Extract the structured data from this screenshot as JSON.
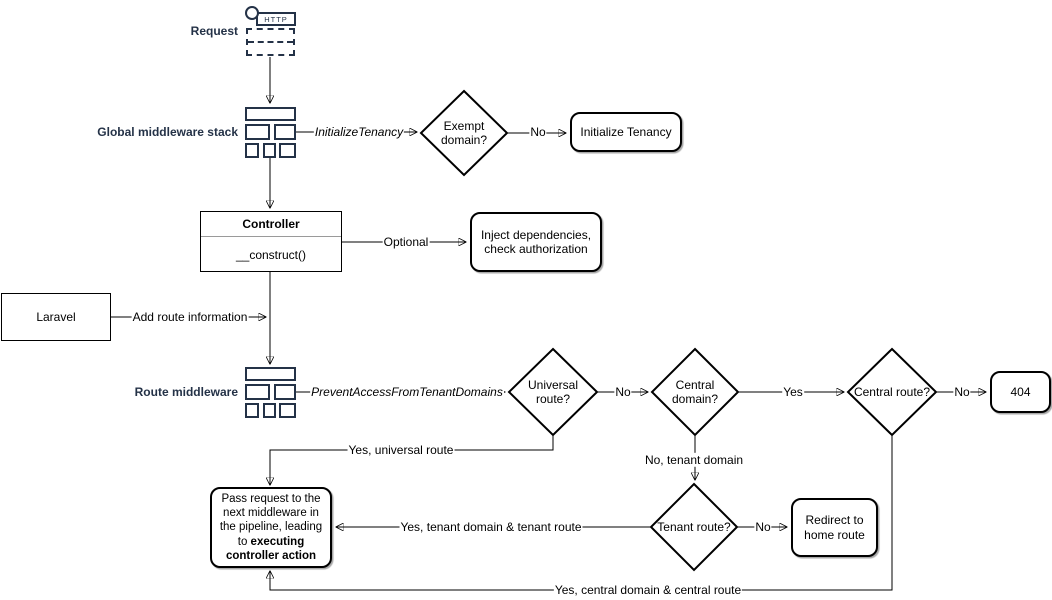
{
  "colors": {
    "label_accent": "#243247",
    "shape_border": "#000000",
    "line": "#000000",
    "background": "#ffffff"
  },
  "side_labels": {
    "request": "Request",
    "global_middleware": "Global middleware stack",
    "route_middleware": "Route middleware"
  },
  "icons": {
    "http_badge": "HTTP"
  },
  "nodes": {
    "exempt_domain": "Exempt domain?",
    "initialize_tenancy": "Initialize Tenancy",
    "controller_title": "Controller",
    "controller_member": "__construct()",
    "inject_dependencies": "Inject dependencies, check authorization",
    "laravel": "Laravel",
    "universal_route": "Universal route?",
    "central_domain": "Central domain?",
    "central_route": "Central route?",
    "error_404": "404",
    "tenant_route": "Tenant route?",
    "redirect_home": "Redirect to home route",
    "pass_request_text": "Pass request to the next middleware in the pipeline, leading to",
    "pass_request_bold": "executing controller action"
  },
  "edge_labels": {
    "initialize_tenancy_middleware": "InitializeTenancy",
    "exempt_no": "No",
    "optional": "Optional",
    "add_route_information": "Add route information",
    "prevent_access_middleware": "PreventAccessFromTenantDomains",
    "universal_no": "No",
    "central_domain_yes": "Yes",
    "central_route_no": "No",
    "no_tenant_domain": "No, tenant domain",
    "yes_universal_route": "Yes, universal route",
    "tenant_route_no": "No",
    "yes_tenant_domain_route": "Yes, tenant domain & tenant route",
    "yes_central_domain_route": "Yes, central domain & central route"
  }
}
